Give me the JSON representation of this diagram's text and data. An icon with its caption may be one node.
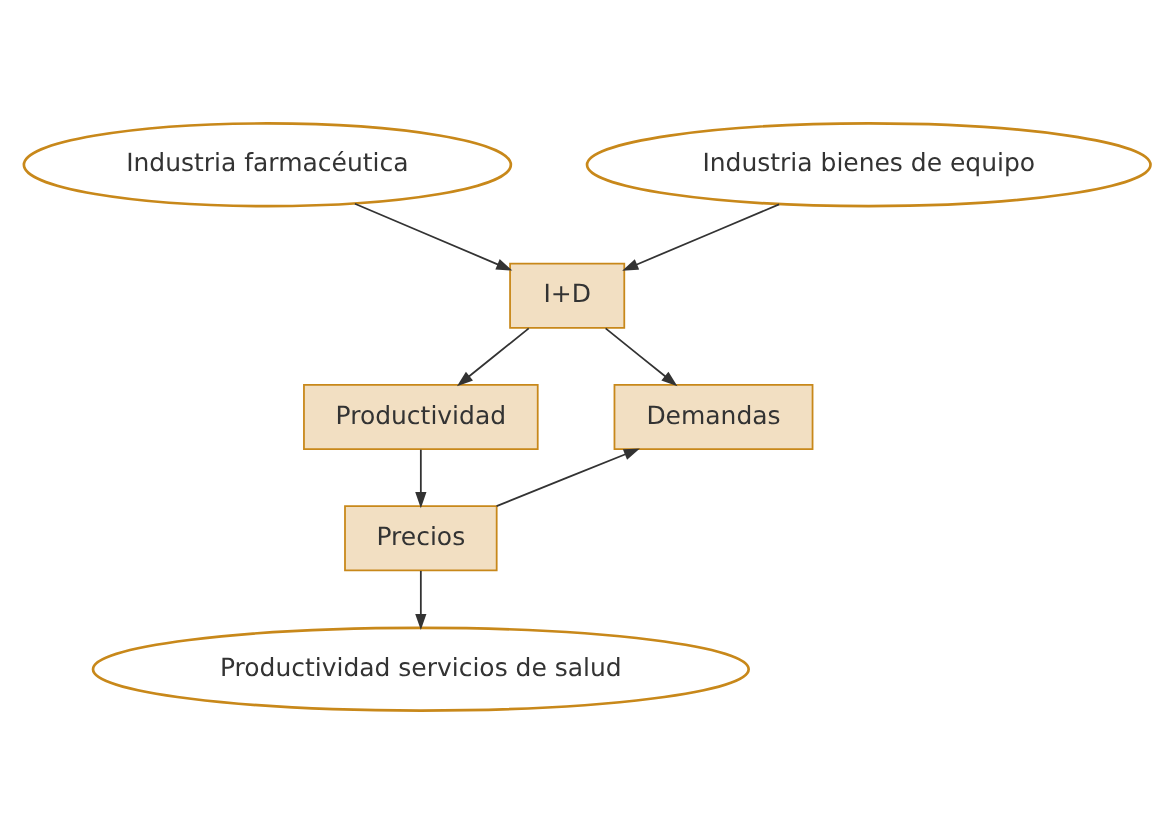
{
  "diagram": {
    "nodes": [
      {
        "text": [
          "Industria farmacéutica"
        ]
      },
      {
        "text": [
          "Industria bienes de equipo"
        ]
      },
      {
        "text": [
          "I+D"
        ]
      },
      {
        "text": [
          "Productividad"
        ]
      },
      {
        "text": [
          "Demandas"
        ]
      },
      {
        "text": [
          "Precios"
        ]
      },
      {
        "text": [
          "Productividad servicios de salud"
        ]
      }
    ],
    "edges": [
      {
        "from": 0,
        "to": 2,
        "arrow": "to"
      },
      {
        "from": 1,
        "to": 2,
        "arrow": "to"
      },
      {
        "from": 2,
        "to": 3,
        "arrow": "to"
      },
      {
        "from": 2,
        "to": 4,
        "arrow": "to"
      },
      {
        "from": 3,
        "to": 5,
        "arrow": "to"
      },
      {
        "from": 5,
        "to": 4,
        "arrow": "to"
      },
      {
        "from": 5,
        "to": 6,
        "arrow": "to"
      }
    ]
  }
}
